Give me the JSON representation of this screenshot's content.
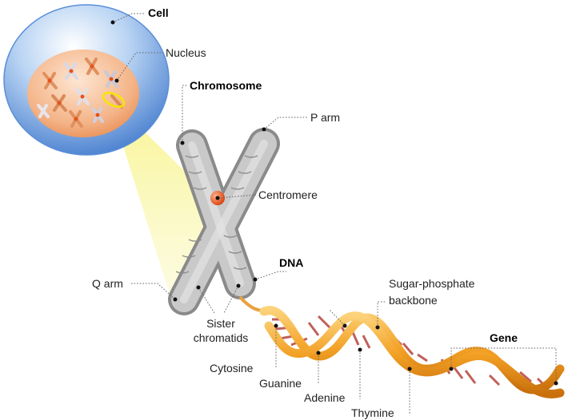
{
  "labels": {
    "cell": "Cell",
    "nucleus": "Nucleus",
    "chromosome": "Chromosome",
    "p_arm": "P arm",
    "centromere": "Centromere",
    "dna": "DNA",
    "q_arm": "Q arm",
    "sister_chromatids_line1": "Sister",
    "sister_chromatids_line2": "chromatids",
    "sugar_phosphate_line1": "Sugar-phosphate",
    "sugar_phosphate_line2": "backbone",
    "gene": "Gene",
    "cytosine": "Cytosine",
    "guanine": "Guanine",
    "adenine": "Adenine",
    "thymine": "Thymine"
  },
  "colors": {
    "cell_blue": "#5a8fd8",
    "nucleus_orange": "#f0a873",
    "centromere": "#e8521c",
    "dna_backbone": "#f0a020",
    "highlight_yellow": "#f5f08a",
    "chromosome_gray": "#b0b0b0"
  }
}
